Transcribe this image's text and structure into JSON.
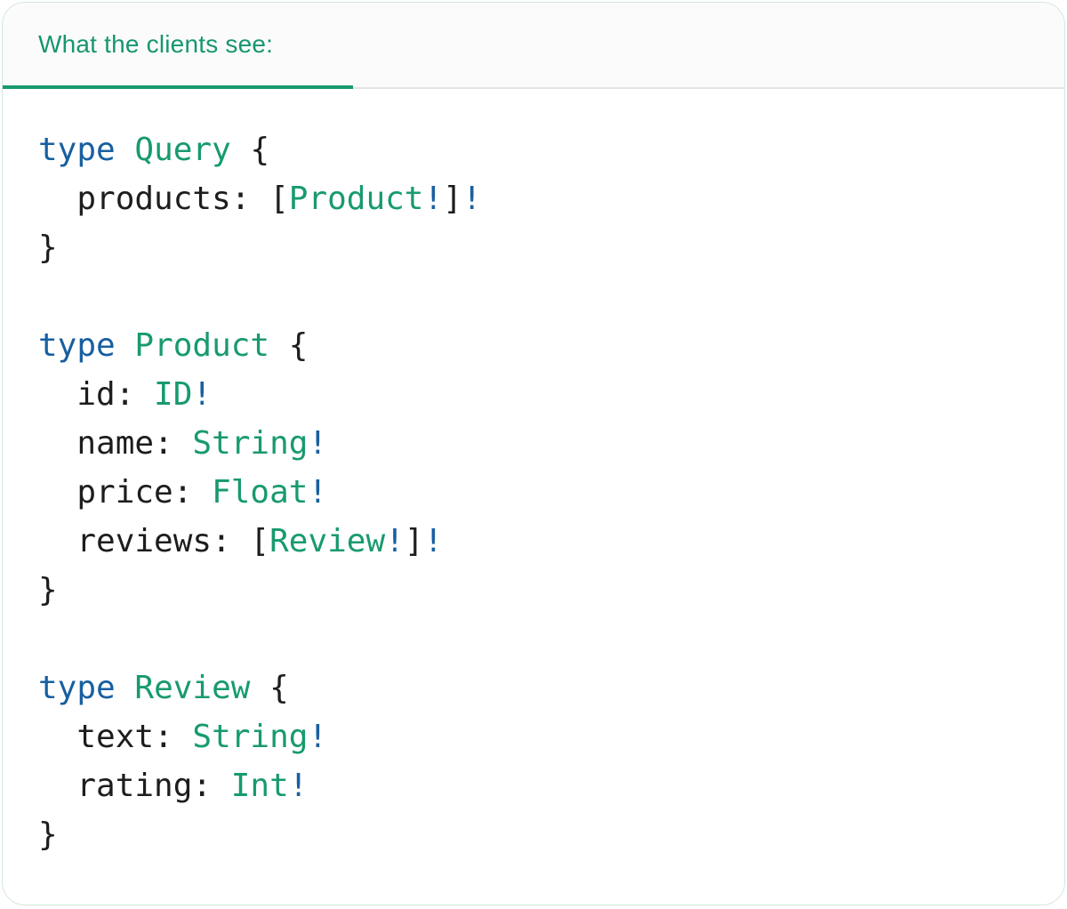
{
  "panel": {
    "tab_label": "What the clients see:"
  },
  "colors": {
    "keyword": "#185fa0",
    "type_name": "#189a70",
    "bang": "#185fa0",
    "punctuation": "#1d1d1d",
    "tab_text": "#17966f",
    "tab_underline": "#189a70",
    "tab_bar_border": "#e4e4e4",
    "tab_bar_bg": "#fbfbfb",
    "card_border": "#d4e7dc",
    "card_bg": "#ffffff"
  },
  "code": {
    "lines": [
      {
        "tokens": [
          {
            "text": "type",
            "style": "keyword"
          },
          {
            "text": " ",
            "style": "plain"
          },
          {
            "text": "Query",
            "style": "type"
          },
          {
            "text": " {",
            "style": "plain"
          }
        ]
      },
      {
        "tokens": [
          {
            "text": "  products: [",
            "style": "plain"
          },
          {
            "text": "Product",
            "style": "type"
          },
          {
            "text": "!",
            "style": "bang"
          },
          {
            "text": "]",
            "style": "plain"
          },
          {
            "text": "!",
            "style": "bang"
          }
        ]
      },
      {
        "tokens": [
          {
            "text": "}",
            "style": "plain"
          }
        ]
      },
      {
        "tokens": []
      },
      {
        "tokens": [
          {
            "text": "type",
            "style": "keyword"
          },
          {
            "text": " ",
            "style": "plain"
          },
          {
            "text": "Product",
            "style": "type"
          },
          {
            "text": " {",
            "style": "plain"
          }
        ]
      },
      {
        "tokens": [
          {
            "text": "  id: ",
            "style": "plain"
          },
          {
            "text": "ID",
            "style": "type"
          },
          {
            "text": "!",
            "style": "bang"
          }
        ]
      },
      {
        "tokens": [
          {
            "text": "  name: ",
            "style": "plain"
          },
          {
            "text": "String",
            "style": "type"
          },
          {
            "text": "!",
            "style": "bang"
          }
        ]
      },
      {
        "tokens": [
          {
            "text": "  price: ",
            "style": "plain"
          },
          {
            "text": "Float",
            "style": "type"
          },
          {
            "text": "!",
            "style": "bang"
          }
        ]
      },
      {
        "tokens": [
          {
            "text": "  reviews: [",
            "style": "plain"
          },
          {
            "text": "Review",
            "style": "type"
          },
          {
            "text": "!",
            "style": "bang"
          },
          {
            "text": "]",
            "style": "plain"
          },
          {
            "text": "!",
            "style": "bang"
          }
        ]
      },
      {
        "tokens": [
          {
            "text": "}",
            "style": "plain"
          }
        ]
      },
      {
        "tokens": []
      },
      {
        "tokens": [
          {
            "text": "type",
            "style": "keyword"
          },
          {
            "text": " ",
            "style": "plain"
          },
          {
            "text": "Review",
            "style": "type"
          },
          {
            "text": " {",
            "style": "plain"
          }
        ]
      },
      {
        "tokens": [
          {
            "text": "  text: ",
            "style": "plain"
          },
          {
            "text": "String",
            "style": "type"
          },
          {
            "text": "!",
            "style": "bang"
          }
        ]
      },
      {
        "tokens": [
          {
            "text": "  rating: ",
            "style": "plain"
          },
          {
            "text": "Int",
            "style": "type"
          },
          {
            "text": "!",
            "style": "bang"
          }
        ]
      },
      {
        "tokens": [
          {
            "text": "}",
            "style": "plain"
          }
        ]
      }
    ]
  }
}
